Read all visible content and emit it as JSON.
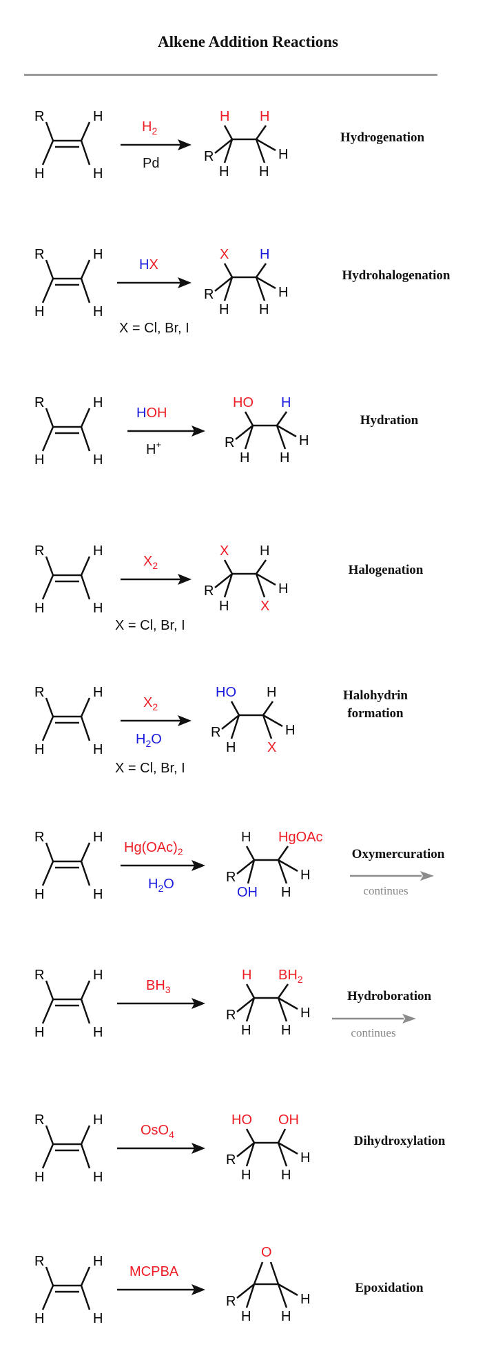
{
  "header": {
    "title": "Alkene Addition Reactions"
  },
  "reactions": [
    {
      "name": "Hydrogenation",
      "reagent_above": "H",
      "reagent_above_sub": "2",
      "reagent_below": "Pd",
      "substituent_1": "H",
      "substituent_2": "H",
      "note": ""
    },
    {
      "name": "Hydrohalogenation",
      "reagent_above_h": "H",
      "reagent_above_x": "X",
      "reagent_below": "",
      "substituent_1": "X",
      "substituent_2": "H",
      "note": "X = Cl, Br, I"
    },
    {
      "name": "Hydration",
      "reagent_above_h": "H",
      "reagent_above_oh": "OH",
      "reagent_below": "H",
      "reagent_below_sup": "+",
      "substituent_1": "HO",
      "substituent_2": "H",
      "note": ""
    },
    {
      "name": "Halogenation",
      "reagent_above": "X",
      "reagent_above_sub": "2",
      "substituent_1": "X",
      "substituent_2": "H",
      "substituent_3": "X",
      "note": "X = Cl, Br, I"
    },
    {
      "name_line1": "Halohydrin",
      "name_line2": "formation",
      "reagent_above": "X",
      "reagent_above_sub": "2",
      "reagent_below": "H",
      "reagent_below_sub": "2",
      "reagent_below_tail": "O",
      "substituent_1": "HO",
      "substituent_2": "H",
      "substituent_3": "X",
      "note": "X = Cl, Br, I"
    },
    {
      "name": "Oxymercuration",
      "reagent_above": "Hg(OAc)",
      "reagent_above_sub": "2",
      "reagent_below": "H",
      "reagent_below_sub": "2",
      "reagent_below_tail": "O",
      "substituent_1": "H",
      "substituent_2": "HgOAc",
      "substituent_3": "OH",
      "continues": "continues"
    },
    {
      "name": "Hydroboration",
      "reagent_above": "BH",
      "reagent_above_sub": "3",
      "substituent_1": "H",
      "substituent_2": "BH",
      "substituent_2_sub": "2",
      "continues": "continues"
    },
    {
      "name": "Dihydroxylation",
      "reagent_above": "OsO",
      "reagent_above_sub": "4",
      "substituent_1": "HO",
      "substituent_2": "OH"
    },
    {
      "name": "Epoxidation",
      "reagent_above": "MCPBA",
      "substituent_1": "O"
    }
  ],
  "atoms": {
    "R": "R",
    "H": "H"
  },
  "colors": {
    "red": "#ee1c25",
    "blue": "#1a1adf",
    "black": "#111111",
    "gray": "#8c8c8c"
  }
}
